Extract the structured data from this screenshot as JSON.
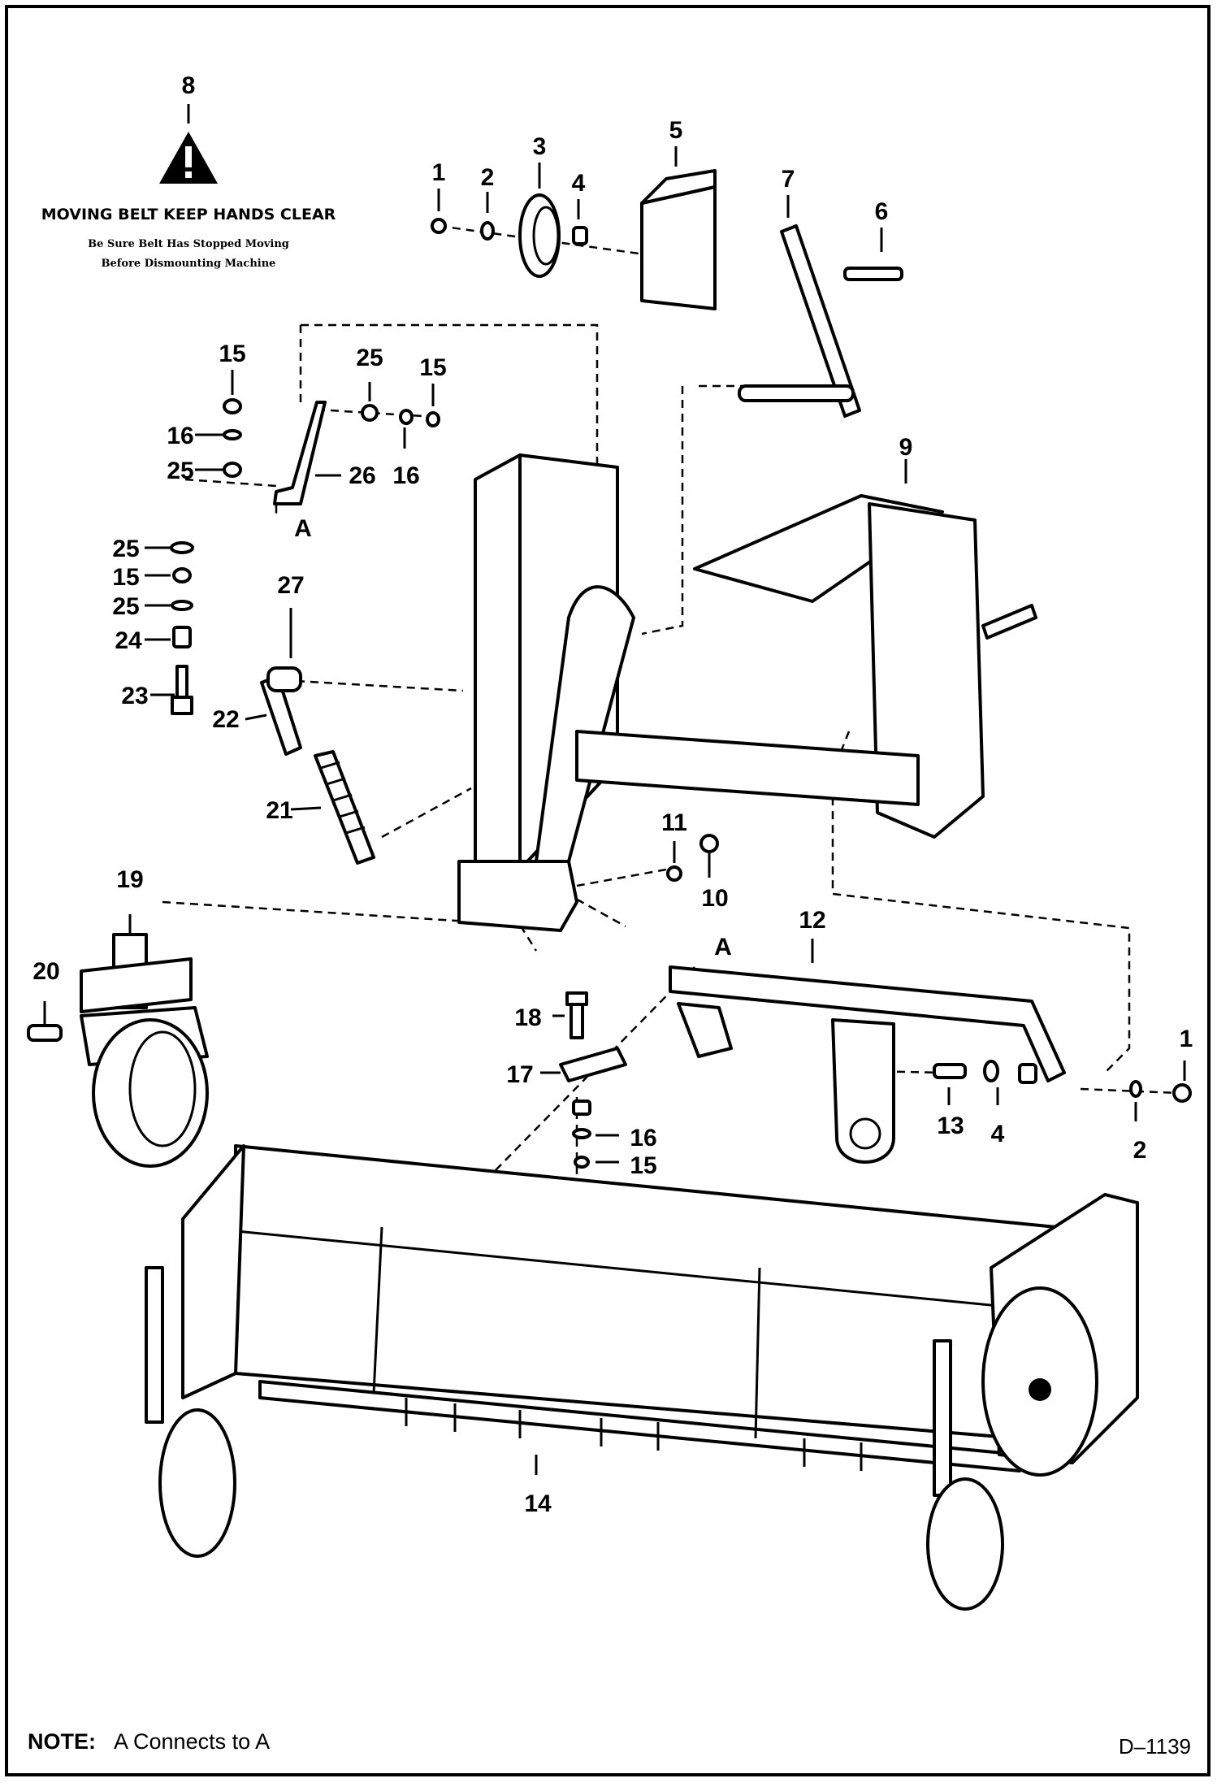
{
  "warning_decal": {
    "title": "MOVING BELT KEEP HANDS CLEAR",
    "line1": "Be Sure Belt Has Stopped Moving",
    "line2": "Before Dismounting Machine"
  },
  "connection_marks": [
    "A",
    "A"
  ],
  "callouts": [
    "8",
    "1",
    "2",
    "3",
    "4",
    "5",
    "7",
    "6",
    "15",
    "25",
    "15",
    "16",
    "16",
    "25",
    "26",
    "25",
    "15",
    "25",
    "24",
    "23",
    "27",
    "22",
    "21",
    "9",
    "11",
    "10",
    "19",
    "20",
    "12",
    "18",
    "17",
    "16",
    "15",
    "13",
    "4",
    "1",
    "2",
    "14"
  ],
  "note": {
    "label": "NOTE:",
    "text": "A Connects to A"
  },
  "drawing_id": "D–1139"
}
